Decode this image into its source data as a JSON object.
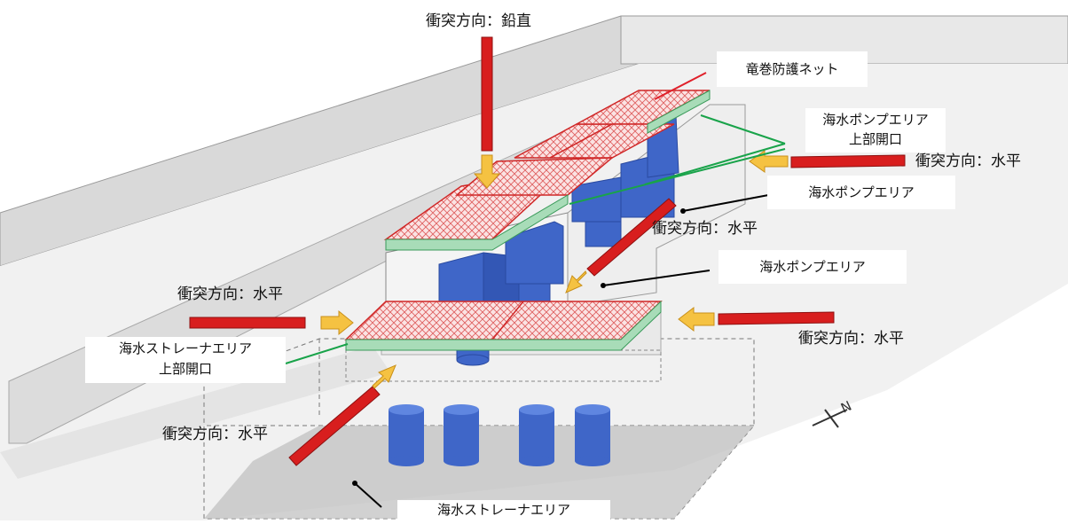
{
  "labels": {
    "impact_vertical": "衝突方向：鉛直",
    "impact_horizontal": "衝突方向：水平",
    "tornado_net": "竜巻防護ネット",
    "pump_area_opening_line1": "海水ポンプエリア",
    "pump_area_opening_line2": "上部開口",
    "pump_area": "海水ポンプエリア",
    "strainer_area_opening_line1": "海水ストレーナエリア",
    "strainer_area_opening_line2": "上部開口",
    "strainer_area": "海水ストレーナエリア",
    "north_mark": "N"
  },
  "colors": {
    "impact_bar": "#d81e1e",
    "load_arrow": "#f5c242",
    "net_mesh": "#e06060",
    "opening_band": "#a8dcb8",
    "equipment": "#3f66c8",
    "leader_green": "#19a34a",
    "leader_red": "#e0202a"
  }
}
